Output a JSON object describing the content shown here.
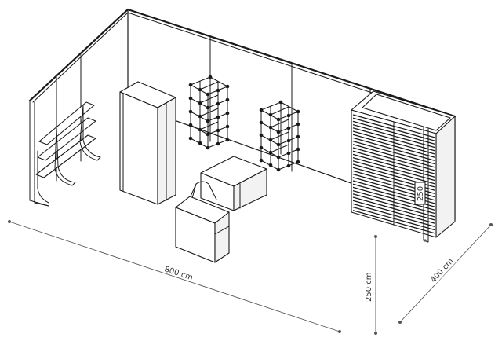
{
  "dimensions": {
    "width_label": "800 cm",
    "height_label": "250 cm",
    "depth_label": "400 cm",
    "door_label": "250"
  }
}
